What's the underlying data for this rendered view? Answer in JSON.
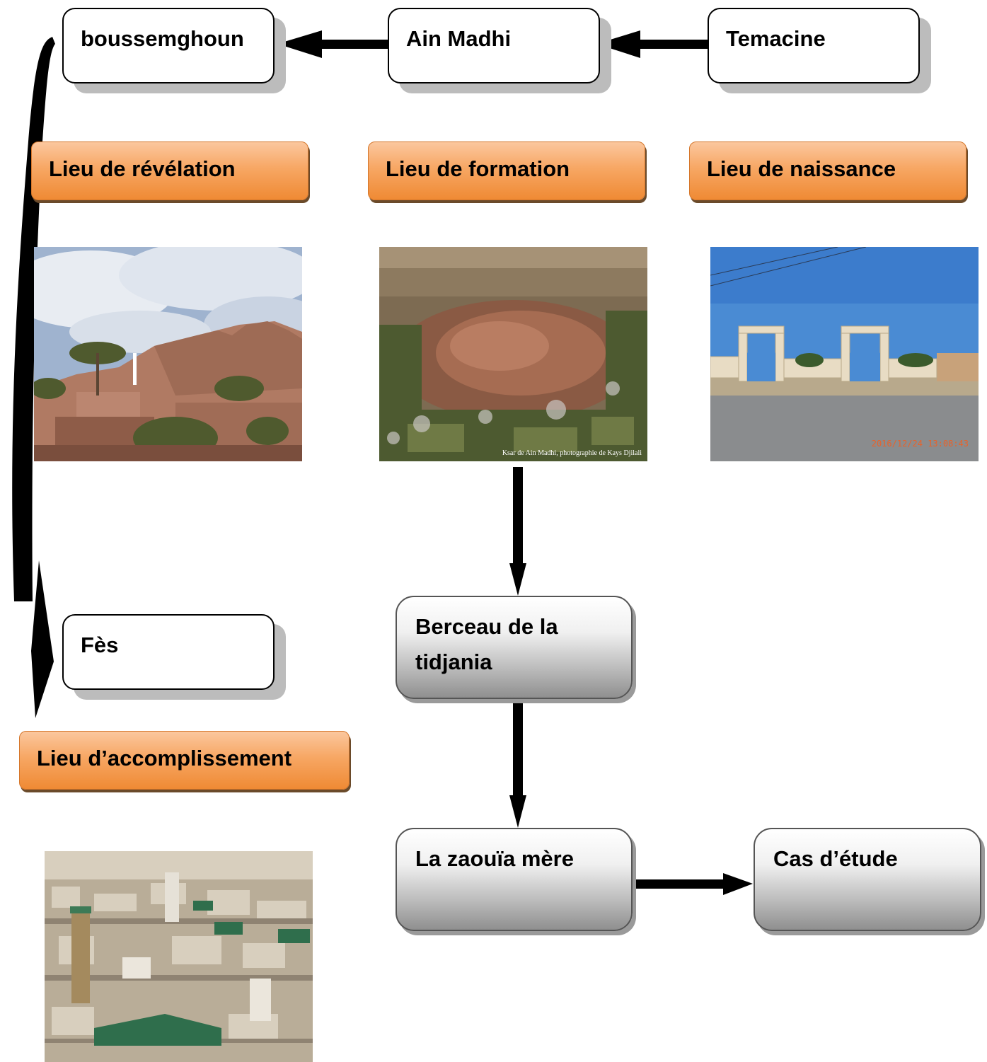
{
  "nodes": {
    "boussemghoun": "boussemghoun",
    "ain_madhi": "Ain Madhi",
    "temacine": "Temacine",
    "fes": "Fès",
    "berceau_line1": "Berceau de la",
    "berceau_line2": "tidjania",
    "zaouia_mere": "La zaouïa mère",
    "cas_etude": "Cas d’étude"
  },
  "labels": {
    "revelation": "Lieu de révélation",
    "formation": "Lieu de formation",
    "naissance": "Lieu de naissance",
    "accomplissement": "Lieu d’accomplissement"
  },
  "photos": {
    "ain_madhi_caption": "Ksar de Ain Madhi, photographie de Kays Djilali",
    "temacine_timestamp": "2016/12/24 13:08:43"
  }
}
